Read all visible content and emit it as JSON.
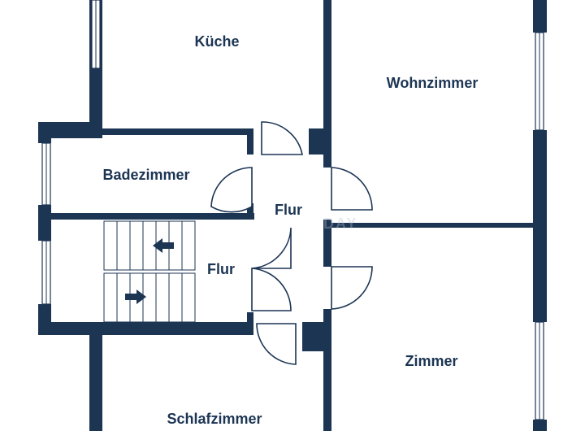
{
  "rooms": {
    "kueche": "Küche",
    "wohnzimmer": "Wohnzimmer",
    "badezimmer": "Badezimmer",
    "flur_upper": "Flur",
    "flur_lower": "Flur",
    "zimmer": "Zimmer",
    "schlafzimmer": "Schlafzimmer"
  },
  "watermark": "DAY",
  "colors": {
    "wall": "#1c3553",
    "background": "#ffffff"
  },
  "stairs": {
    "upper_flight_direction": "left",
    "lower_flight_direction": "right"
  }
}
